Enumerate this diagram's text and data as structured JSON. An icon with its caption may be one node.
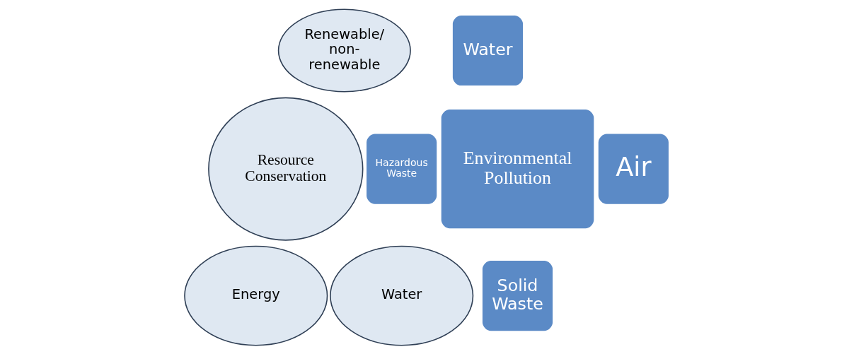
{
  "diagram": {
    "nodes": [
      {
        "text": [
          "Renewable/ non-renewable"
        ]
      },
      {
        "text": [
          "Resource Conservation"
        ]
      },
      {
        "text": [
          "Energy"
        ]
      },
      {
        "text": [
          "Water"
        ]
      },
      {
        "text": [
          "Water"
        ]
      },
      {
        "text": [
          "Hazardous Waste"
        ]
      },
      {
        "text": [
          "Environmental Pollution"
        ]
      },
      {
        "text": [
          "Air"
        ]
      },
      {
        "text": [
          "Solid Waste"
        ]
      }
    ]
  }
}
